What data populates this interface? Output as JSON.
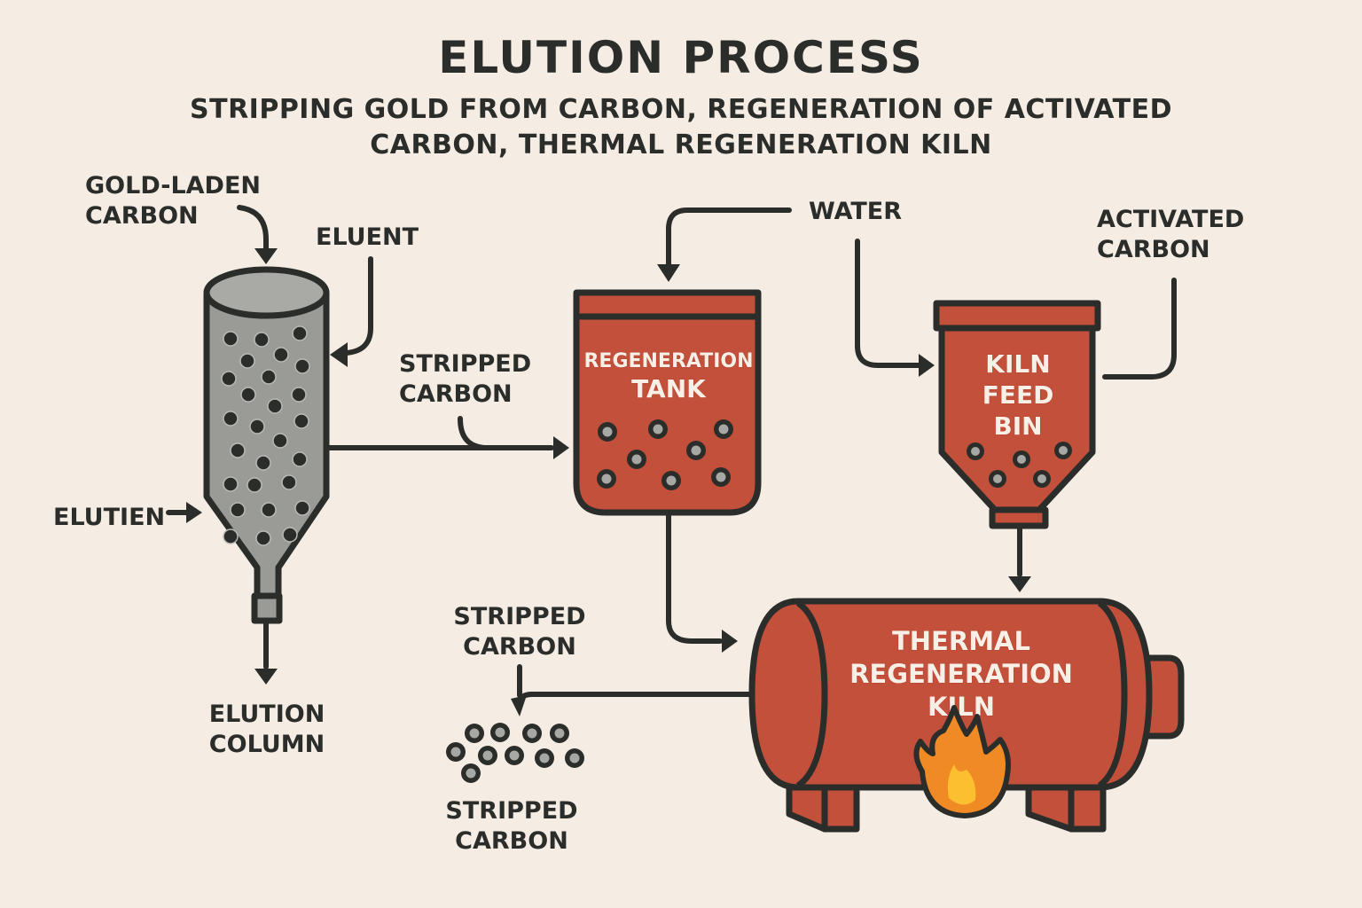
{
  "header": {
    "title": "ELUTION PROCESS",
    "subtitle_line1": "STRIPPING GOLD FROM CARBON, REGENERATION OF ACTIVATED",
    "subtitle_line2": "CARBON, THERMAL REGENERATION KILN"
  },
  "colors": {
    "background": "#f5ede4",
    "equipment_red": "#c2503b",
    "column_gray": "#9a9b97",
    "outline": "#2b2d2b",
    "flame_orange": "#f08a24",
    "flame_yellow": "#fbbf2f"
  },
  "elution_column": {
    "input_top_line1": "GOLD-LADEN",
    "input_top_line2": "CARBON",
    "input_side": "ELUENT",
    "input_left": "ELUTIEN",
    "name_line1": "ELUTION",
    "name_line2": "COLUMN",
    "output_label_line1": "STRIPPED",
    "output_label_line2": "CARBON"
  },
  "regeneration_tank": {
    "name_line1": "REGENERATION",
    "name_line2": "TANK",
    "input_label": "WATER"
  },
  "kiln_feed_bin": {
    "name_line1": "KILN",
    "name_line2": "FEED",
    "name_line3": "BIN",
    "input_label_line1": "ACTIVATED",
    "input_label_line2": "CARBON"
  },
  "thermal_kiln": {
    "name_line1": "THERMAL",
    "name_line2": "REGENERATION",
    "name_line3": "KILN",
    "heat_icon": "flame-icon"
  },
  "output": {
    "arrow_label_line1": "STRIPPED",
    "arrow_label_line2": "CARBON",
    "pile_label_line1": "STRIPPED",
    "pile_label_line2": "CARBON"
  }
}
